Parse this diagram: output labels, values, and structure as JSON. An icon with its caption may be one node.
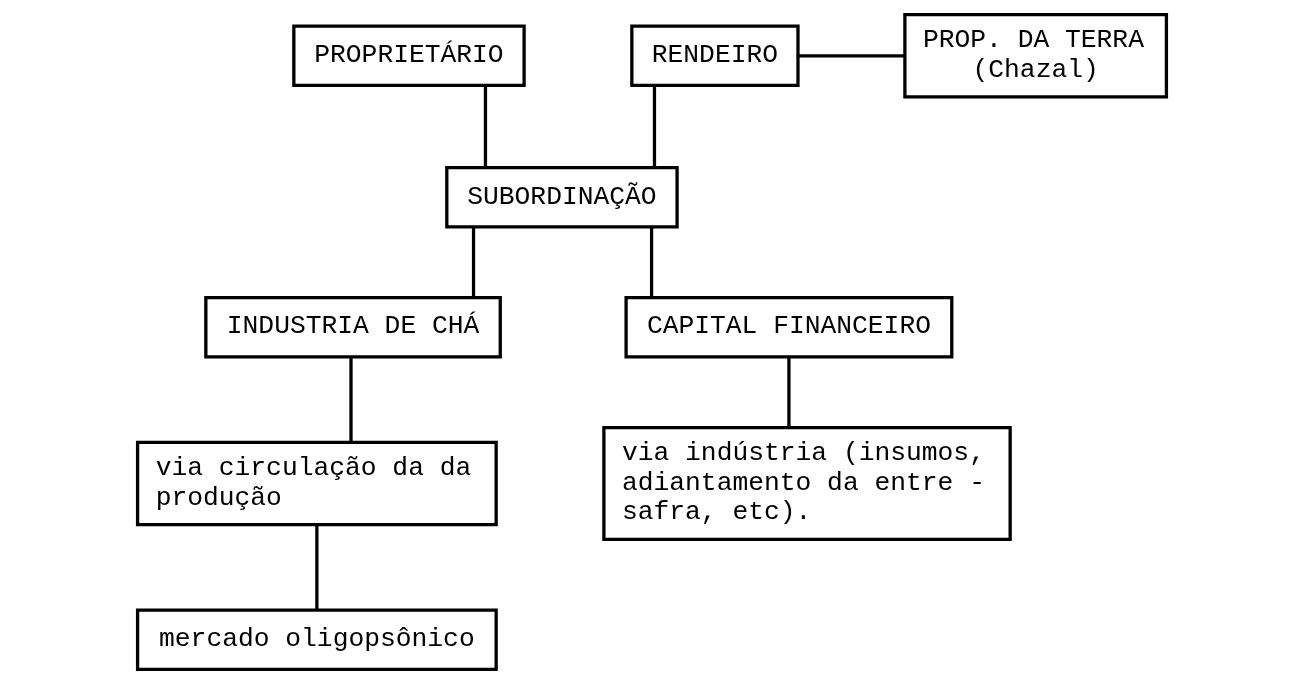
{
  "diagram": {
    "nodes": [
      {
        "text": [
          "PROPRIETÁRIO"
        ]
      },
      {
        "text": [
          "RENDEIRO"
        ]
      },
      {
        "text": [
          "PROP. DA TERRA (Chazal)"
        ]
      },
      {
        "text": [
          "SUBORDINAÇÃO"
        ]
      },
      {
        "text": [
          "INDUSTRIA DE CHÁ"
        ]
      },
      {
        "text": [
          "CAPITAL FINANCEIRO"
        ]
      },
      {
        "text": [
          "via circulação da da produção"
        ]
      },
      {
        "text": [
          "via indústria (insumos, adiantamento da entre - safra, etc)."
        ]
      },
      {
        "text": [
          "mercado oligopsônico"
        ]
      }
    ],
    "edges": [
      {
        "from": 1,
        "to": 2,
        "arrow": "none"
      },
      {
        "from": 0,
        "to": 3,
        "arrow": "none"
      },
      {
        "from": 1,
        "to": 3,
        "arrow": "none"
      },
      {
        "from": 3,
        "to": 4,
        "arrow": "none"
      },
      {
        "from": 3,
        "to": 5,
        "arrow": "none"
      },
      {
        "from": 4,
        "to": 6,
        "arrow": "none"
      },
      {
        "from": 5,
        "to": 7,
        "arrow": "none"
      },
      {
        "from": 6,
        "to": 8,
        "arrow": "none"
      }
    ]
  }
}
